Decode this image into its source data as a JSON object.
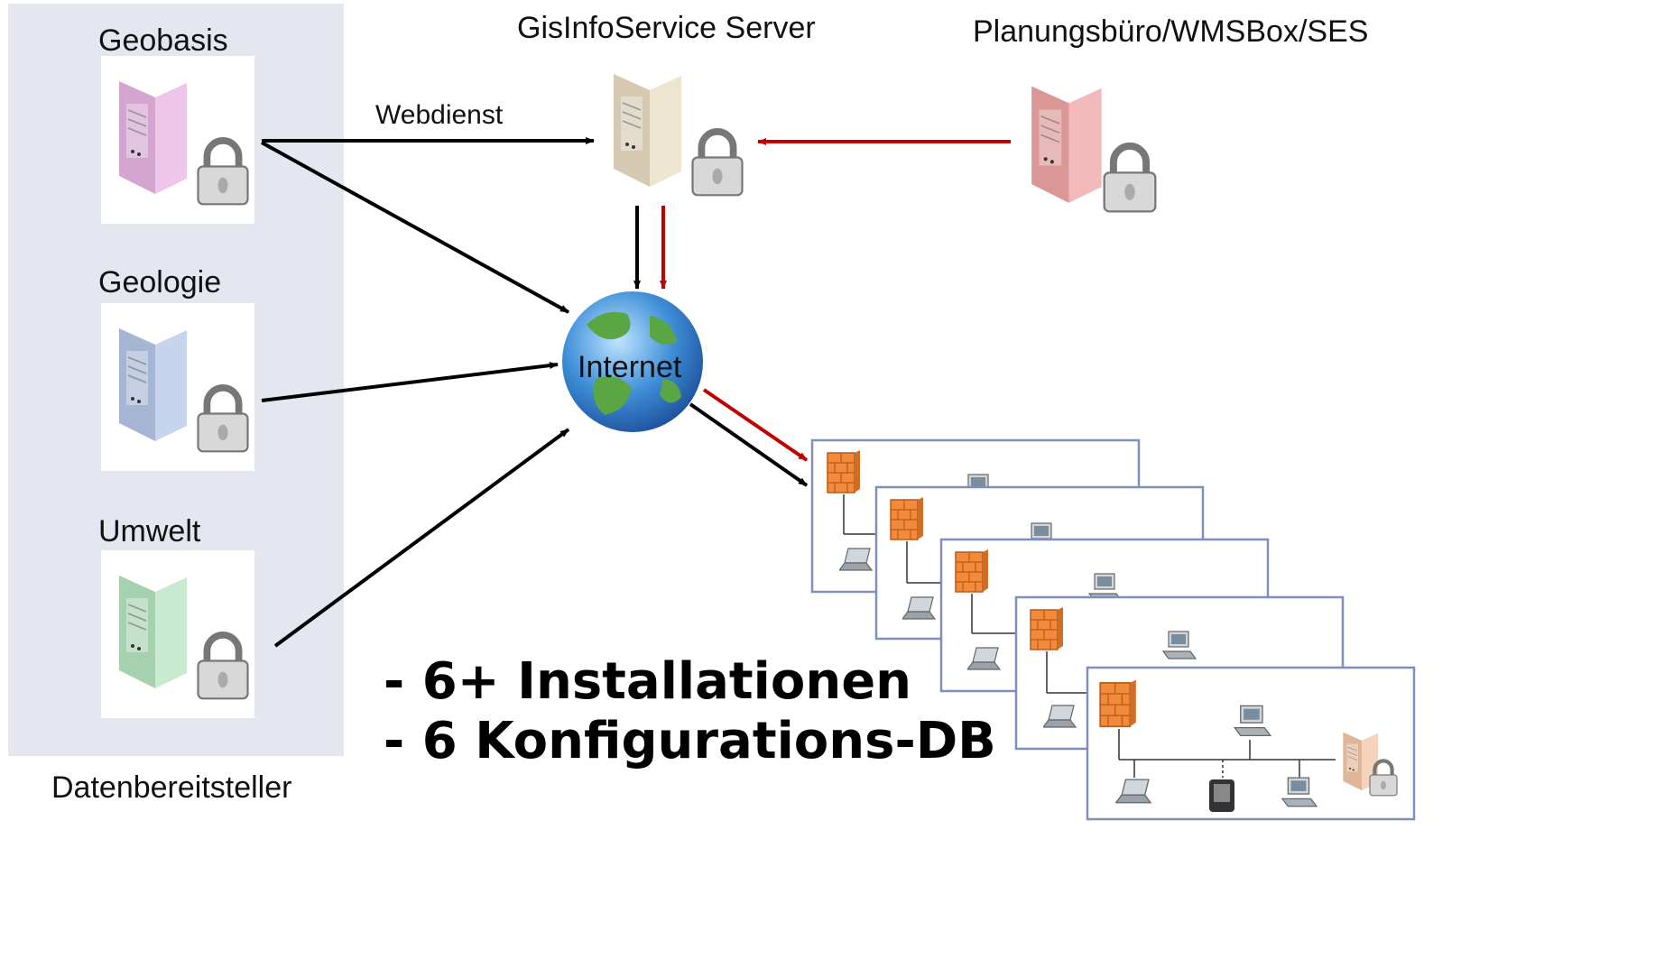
{
  "providers": {
    "group_label": "Datenbereitsteller",
    "items": [
      {
        "label": "Geobasis",
        "color": "#e7b3e1"
      },
      {
        "label": "Geologie",
        "color": "#b3c6e8"
      },
      {
        "label": "Umwelt",
        "color": "#b5e3be"
      }
    ]
  },
  "central_server": {
    "label": "GisInfoService Server",
    "color": "#e8dcc0"
  },
  "remote_server": {
    "label": "Planungsbüro/WMSBox/SES",
    "color": "#eea3a3"
  },
  "edge_label": "Webdienst",
  "internet_label": "Internet",
  "summary": {
    "line1": "- 6+ Installationen",
    "line2": "- 6 Konfigurations-DB"
  },
  "colors": {
    "panel": "#e4e6f0",
    "black_arrow": "#000000",
    "red_arrow": "#c00000",
    "card_border": "#7e8fbf"
  }
}
